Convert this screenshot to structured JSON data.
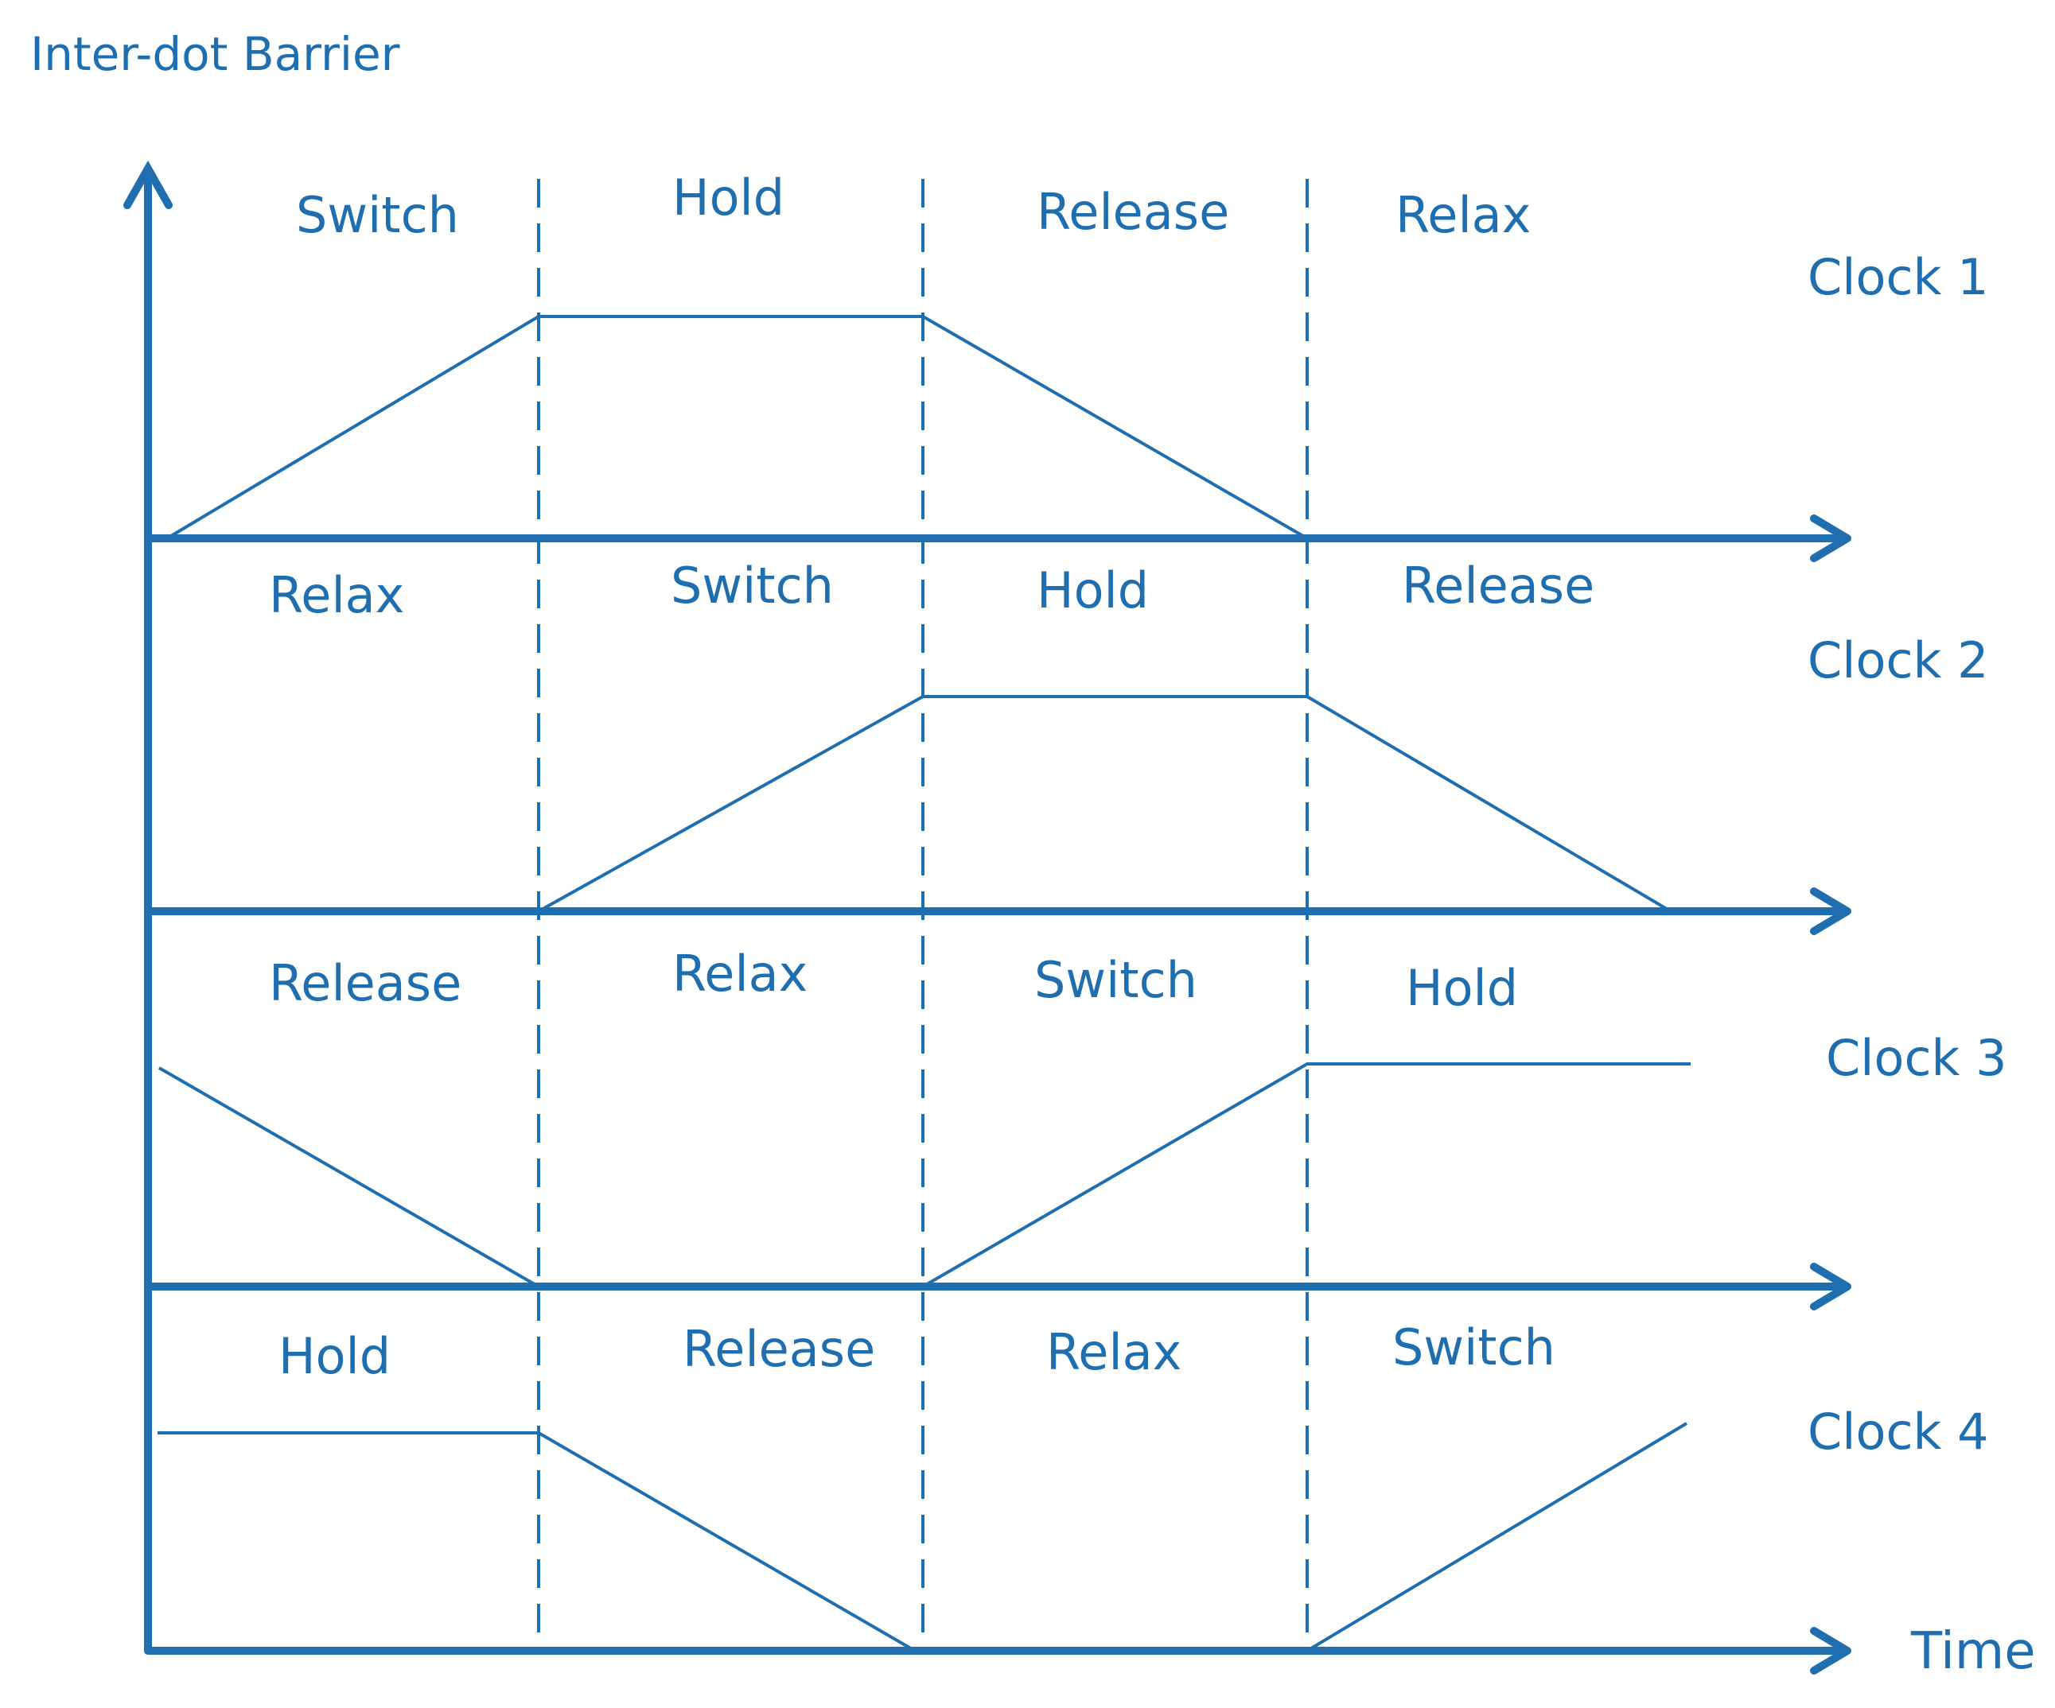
{
  "colors": {
    "accent": "#1f6fb0"
  },
  "y_axis_label": "Inter-dot Barrier",
  "x_axis_label": "Time",
  "clocks": [
    {
      "name": "Clock 1",
      "phases": [
        "Switch",
        "Hold",
        "Release",
        "Relax"
      ]
    },
    {
      "name": "Clock 2",
      "phases": [
        "Relax",
        "Switch",
        "Hold",
        "Release"
      ]
    },
    {
      "name": "Clock 3",
      "phases": [
        "Release",
        "Relax",
        "Switch",
        "Hold"
      ]
    },
    {
      "name": "Clock 4",
      "phases": [
        "Hold",
        "Release",
        "Relax",
        "Switch"
      ]
    }
  ]
}
